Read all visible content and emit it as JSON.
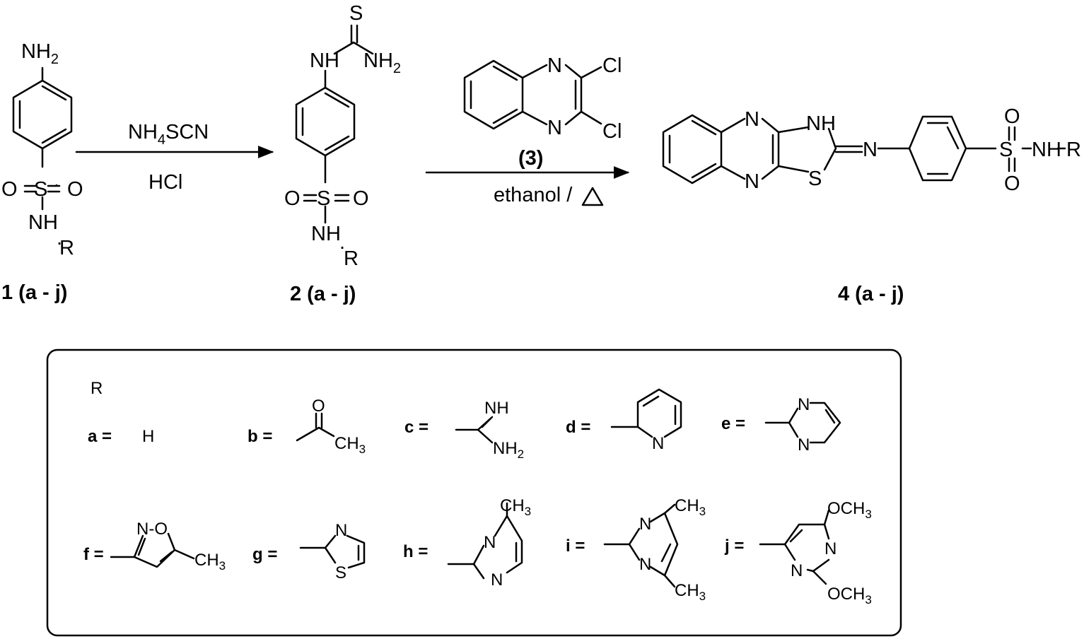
{
  "reagents": {
    "step1_top": {
      "main": "NH",
      "sub": "4",
      "rest": "SCN"
    },
    "step1_bottom": "HCl",
    "step2_label": "(3)",
    "step2_conditions": "ethanol /"
  },
  "compounds": {
    "c1_label": "1 (a - j)",
    "c2_label": "2 (a - j)",
    "c4_label": "4 (a - j)"
  },
  "atoms": {
    "NH": "NH",
    "N": "N",
    "S": "S",
    "O": "O",
    "R": "R",
    "H": "H",
    "Cl": "Cl",
    "CH": "CH",
    "OCH": "OCH",
    "two": "2",
    "three": "3",
    "eq": "=",
    "dot": "."
  },
  "legend": {
    "title": "R",
    "a": "a =",
    "b": "b =",
    "c": "c =",
    "d": "d =",
    "e": "e =",
    "f": "f =",
    "g": "g =",
    "h": "h =",
    "i": "i =",
    "j": "j =",
    "a_value": "H",
    "f_ring": "N-O"
  },
  "colors": {
    "ink": "#000000",
    "background": "#ffffff"
  }
}
